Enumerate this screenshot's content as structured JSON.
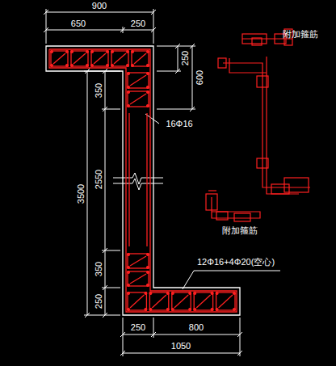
{
  "diagram": {
    "labels": [
      "900",
      "650",
      "250",
      "250",
      "600",
      "350",
      "2550",
      "350",
      "250",
      "3500",
      "16Φ16",
      "12Φ16+4Φ20(空心)",
      "附加箍筋",
      "附加箍筋",
      "250",
      "800",
      "1050"
    ]
  }
}
